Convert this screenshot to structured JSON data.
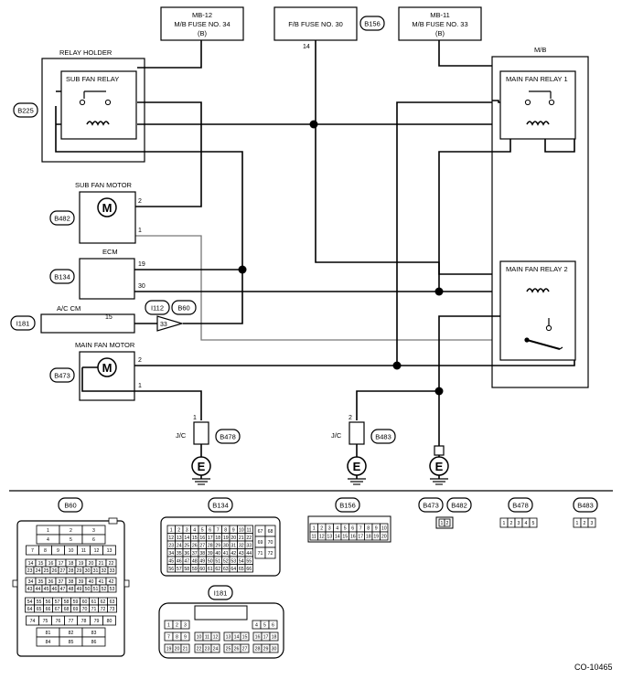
{
  "fuses": {
    "mb12": {
      "line1": "MB-12",
      "line2": "M/B FUSE NO. 34",
      "line3": "(B)"
    },
    "fb30": {
      "line1": "F/B FUSE NO. 30",
      "code": "B156",
      "pin": "14"
    },
    "mb11": {
      "line1": "MB-11",
      "line2": "M/B FUSE NO. 33",
      "line3": "(B)"
    }
  },
  "relay_holder": {
    "title": "RELAY HOLDER",
    "relay": "SUB FAN RELAY",
    "code": "B225"
  },
  "mb": {
    "title": "M/B",
    "relay1": "MAIN FAN RELAY 1",
    "relay2": "MAIN FAN RELAY 2"
  },
  "sub_fan_motor": {
    "title": "SUB FAN MOTOR",
    "code": "B482",
    "pin_a": "2",
    "pin_b": "1"
  },
  "ecm": {
    "title": "ECM",
    "code": "B134",
    "pin_a": "19",
    "pin_b": "30"
  },
  "ac_cm": {
    "title": "A/C CM",
    "code": "I181",
    "pin": "15",
    "conn1": "I112",
    "conn2": "B60",
    "conn_pin": "33"
  },
  "main_fan_motor": {
    "title": "MAIN FAN MOTOR",
    "code": "B473",
    "pin_a": "2",
    "pin_b": "1"
  },
  "ground": {
    "jc": "J/C",
    "symbol": "E",
    "jc1_pin": "1",
    "jc1_code": "B478",
    "jc2_pin": "2",
    "jc2_code": "B483"
  },
  "connectors": {
    "b60": "B60",
    "b134": "B134",
    "b156": "B156",
    "b473": "B473",
    "b482": "B482",
    "b478": "B478",
    "b483": "B483",
    "i181": "I181",
    "b60_rows": [
      [
        "1",
        "2",
        "3"
      ],
      [
        "4",
        "5",
        "6"
      ],
      [
        "7",
        "8",
        "9",
        "10",
        "11",
        "12",
        "13"
      ],
      [
        "14",
        "15",
        "16",
        "17",
        "18",
        "19",
        "20",
        "21",
        "22"
      ],
      [
        "23",
        "24",
        "25",
        "26",
        "27",
        "28",
        "29",
        "30",
        "31",
        "32",
        "33"
      ],
      [
        "34",
        "35",
        "36",
        "37",
        "38",
        "39",
        "40",
        "41",
        "42"
      ],
      [
        "43",
        "44",
        "45",
        "46",
        "47",
        "48",
        "49",
        "50",
        "51",
        "52",
        "53"
      ],
      [
        "54",
        "55",
        "56",
        "57",
        "58",
        "59",
        "60",
        "61",
        "62",
        "63"
      ],
      [
        "64",
        "65",
        "66",
        "67",
        "68",
        "69",
        "70",
        "71",
        "72",
        "73"
      ],
      [
        "74",
        "75",
        "76",
        "77",
        "78",
        "79",
        "80"
      ],
      [
        "81",
        "82",
        "83"
      ],
      [
        "84",
        "85",
        "86"
      ]
    ],
    "b134_rows": [
      [
        "1",
        "2",
        "3",
        "4",
        "5",
        "6",
        "7",
        "8",
        "9",
        "10",
        "11"
      ],
      [
        "12",
        "13",
        "14",
        "15",
        "16",
        "17",
        "18",
        "19",
        "20",
        "21",
        "22"
      ],
      [
        "23",
        "24",
        "25",
        "26",
        "27",
        "28",
        "29",
        "30",
        "31",
        "32",
        "33"
      ],
      [
        "34",
        "35",
        "36",
        "37",
        "38",
        "39",
        "40",
        "41",
        "42",
        "43",
        "44"
      ],
      [
        "45",
        "46",
        "47",
        "48",
        "49",
        "50",
        "51",
        "52",
        "53",
        "54",
        "55"
      ],
      [
        "56",
        "57",
        "58",
        "59",
        "60",
        "61",
        "62",
        "63",
        "64",
        "65",
        "66"
      ]
    ],
    "b134_side": [
      [
        "67",
        "68"
      ],
      [
        "69",
        "70"
      ],
      [
        "71",
        "72"
      ]
    ],
    "b156_rows": [
      [
        "1",
        "2",
        "3",
        "4",
        "5",
        "6",
        "7",
        "8",
        "9",
        "10"
      ],
      [
        "11",
        "12",
        "13",
        "14",
        "15",
        "16",
        "17",
        "18",
        "19",
        "20"
      ]
    ],
    "b473_pins": [
      "1",
      "2"
    ],
    "b478_pins": [
      "1",
      "2",
      "3",
      "4",
      "5"
    ],
    "b483_pins": [
      "1",
      "2",
      "3"
    ],
    "i181_rows": [
      [
        "1",
        "2",
        "3",
        "4",
        "5",
        "6"
      ],
      [
        "7",
        "8",
        "9",
        "10",
        "11",
        "12",
        "13",
        "14",
        "15",
        "16",
        "17",
        "18"
      ],
      [
        "19",
        "20",
        "21",
        "22",
        "23",
        "24",
        "25",
        "26",
        "27",
        "28",
        "29",
        "30"
      ]
    ]
  },
  "figure_code": "CO-10465"
}
